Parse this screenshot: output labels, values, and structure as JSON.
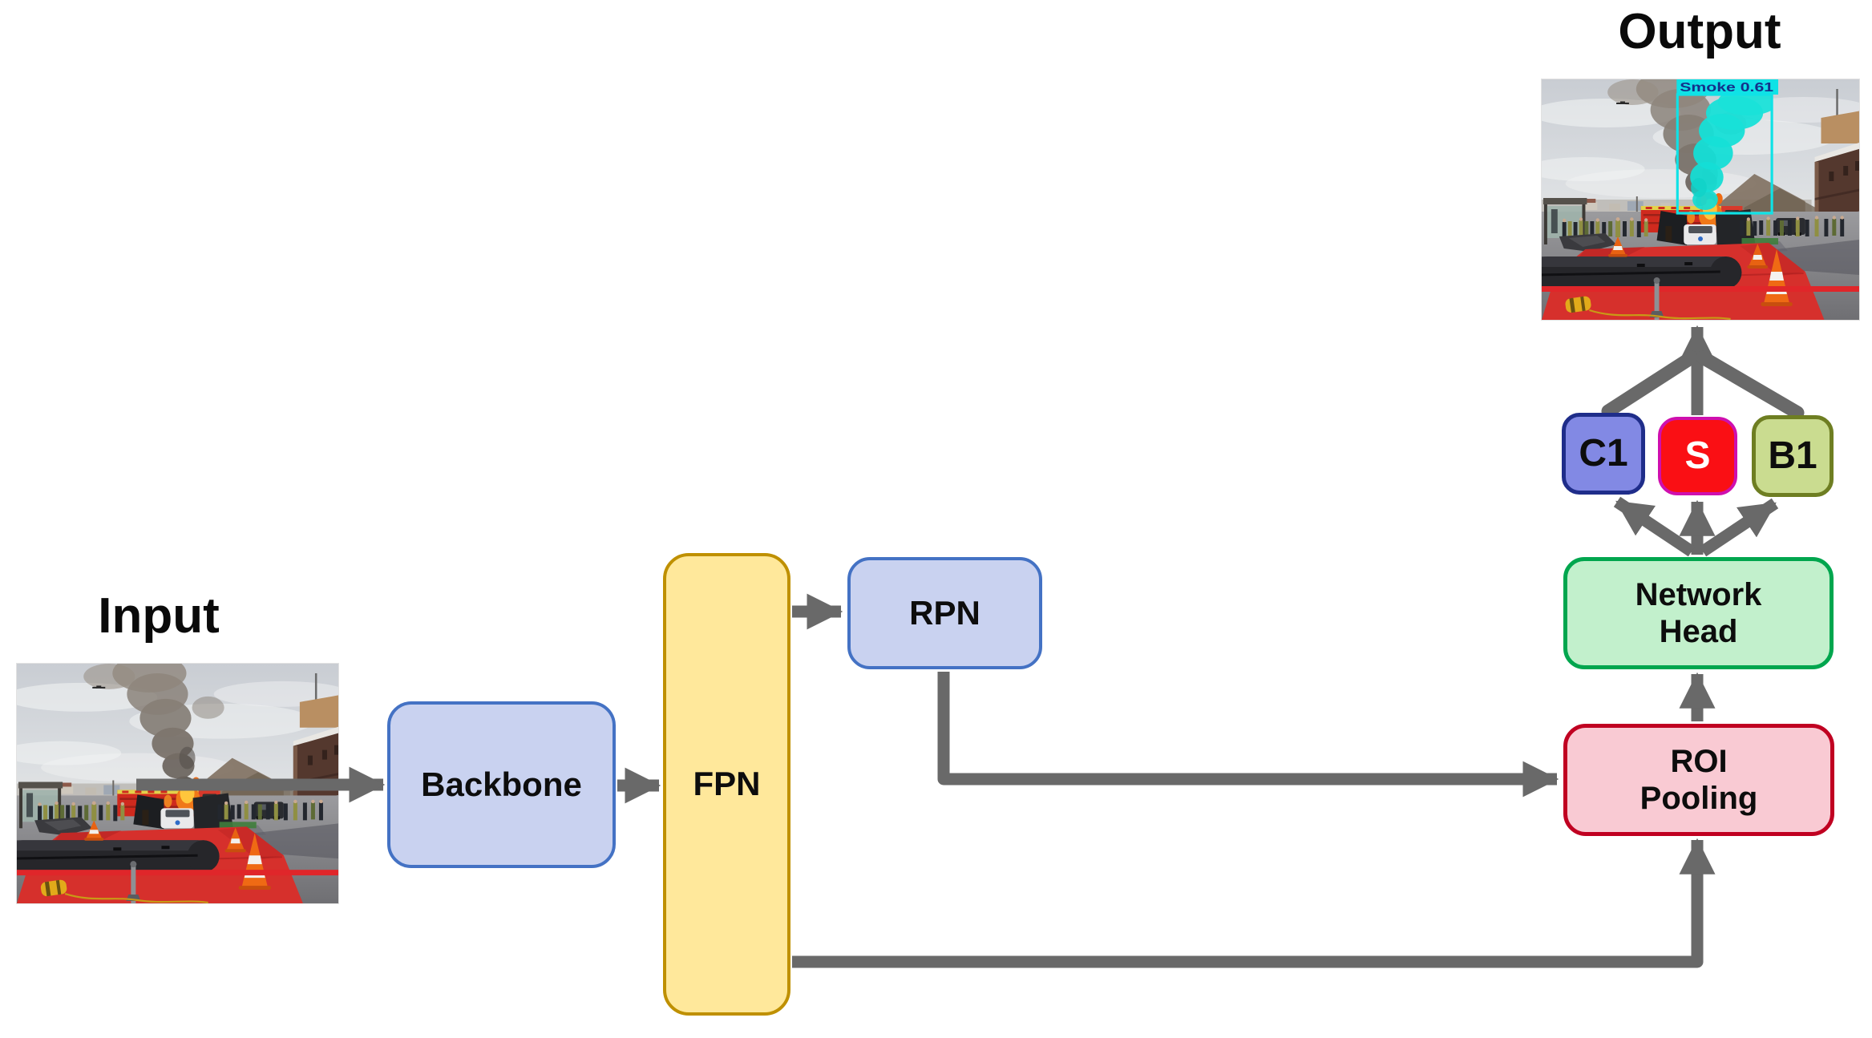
{
  "diagram": {
    "input_title": "Input",
    "output_title": "Output",
    "nodes": {
      "backbone": {
        "label": "Backbone",
        "fill": "#c9d2f0",
        "border": "#4472c4"
      },
      "fpn": {
        "label": "FPN",
        "fill": "#ffe89b",
        "border": "#bf9000"
      },
      "rpn": {
        "label": "RPN",
        "fill": "#c9d2f0",
        "border": "#4472c4"
      },
      "roi_pooling": {
        "label": "ROI\nPooling",
        "fill": "#f9cad3",
        "border": "#c00021"
      },
      "network_head": {
        "label": "Network\nHead",
        "fill": "#c2f0cc",
        "border": "#00a64e"
      },
      "c1": {
        "label": "C1",
        "fill": "#8289e4",
        "border": "#1f2d8a"
      },
      "s": {
        "label": "S",
        "fill": "#fa0f14",
        "border": "#cf0fae",
        "text_color": "#ffffff"
      },
      "b1": {
        "label": "B1",
        "fill": "#cadc90",
        "border": "#6e7e22"
      }
    },
    "detection": {
      "label": "Smoke 0.61",
      "box_color": "#0fe2e6",
      "text_color": "#14308a"
    },
    "arrow_color": "#696969"
  }
}
